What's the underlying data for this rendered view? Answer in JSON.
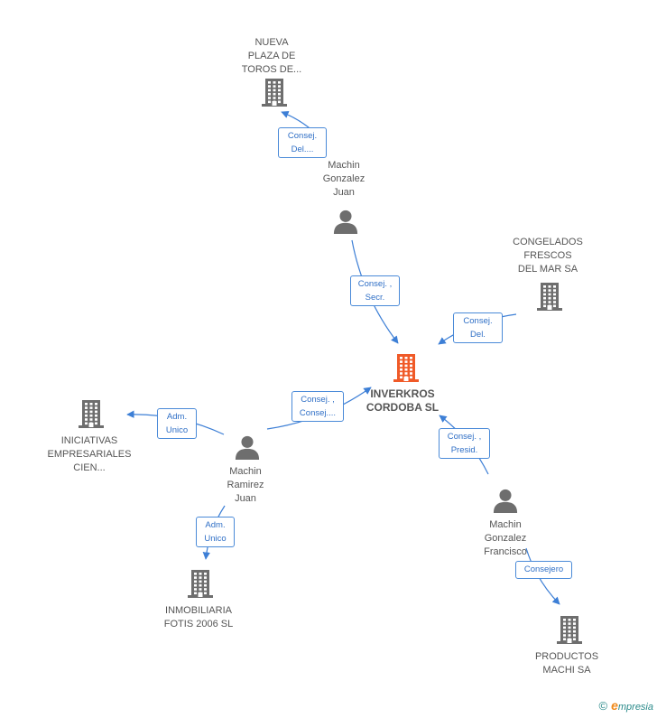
{
  "colors": {
    "edge": "#3d7fd6",
    "node": "#6e6e6e",
    "center": "#f05a28",
    "box_border": "#4a8ad8"
  },
  "nodes": {
    "nueva": {
      "type": "company",
      "lines": [
        "NUEVA",
        "PLAZA DE",
        "TOROS DE..."
      ]
    },
    "machin_juan": {
      "type": "person",
      "lines": [
        "Machin",
        "Gonzalez",
        "Juan"
      ]
    },
    "congelados": {
      "type": "company",
      "lines": [
        "CONGELADOS",
        "FRESCOS",
        "DEL MAR SA"
      ]
    },
    "inverkros": {
      "type": "company",
      "lines": [
        "INVERKROS",
        "CORDOBA SL"
      ],
      "center": true
    },
    "iniciativas": {
      "type": "company",
      "lines": [
        "INICIATIVAS",
        "EMPRESARIALES",
        "CIEN..."
      ]
    },
    "machin_ramirez": {
      "type": "person",
      "lines": [
        "Machin",
        "Ramirez",
        "Juan"
      ]
    },
    "machin_francisco": {
      "type": "person",
      "lines": [
        "Machin",
        "Gonzalez",
        "Francisco"
      ]
    },
    "inmobiliaria": {
      "type": "company",
      "lines": [
        "INMOBILIARIA",
        "FOTIS 2006 SL"
      ]
    },
    "productos": {
      "type": "company",
      "lines": [
        "PRODUCTOS",
        "MACHI SA"
      ]
    }
  },
  "edges": [
    {
      "from": "machin_juan",
      "to": "nueva",
      "label": [
        "Consej.",
        "Del...."
      ]
    },
    {
      "from": "machin_juan",
      "to": "inverkros",
      "label": [
        "Consej. ,",
        "Secr."
      ]
    },
    {
      "from": "congelados",
      "to": "inverkros",
      "label": [
        "Consej.",
        "Del."
      ]
    },
    {
      "from": "machin_ramirez",
      "to": "inverkros",
      "label": [
        "Consej. ,",
        "Consej...."
      ]
    },
    {
      "from": "machin_ramirez",
      "to": "iniciativas",
      "label": [
        "Adm.",
        "Unico"
      ]
    },
    {
      "from": "machin_ramirez",
      "to": "inmobiliaria",
      "label": [
        "Adm.",
        "Unico"
      ]
    },
    {
      "from": "machin_francisco",
      "to": "inverkros",
      "label": [
        "Consej. ,",
        "Presid."
      ]
    },
    {
      "from": "machin_francisco",
      "to": "productos",
      "label": [
        "Consejero"
      ]
    }
  ],
  "brand": {
    "copyright": "©",
    "first_letter": "e",
    "rest": "mpresia"
  }
}
